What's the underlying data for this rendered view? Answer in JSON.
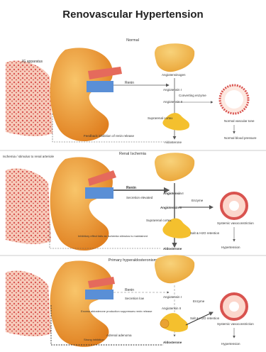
{
  "title": "Renovascular Hypertension",
  "panels": [
    {
      "heading": "Normal",
      "left_label": "JG apparatus",
      "renin": "Renin",
      "substrate": "Angiotensinogen",
      "ang1": "Angiotensin I",
      "enzyme": "Converting enzyme",
      "ang2": "Angiotensin II",
      "adrenal": "Suprarenal cortex",
      "aldosterone": "Aldosterone",
      "vessel_note": "Normal vascular tone",
      "pressure_note": "Normal blood pressure",
      "feedback": "Feedback inhibition of renin release"
    },
    {
      "heading": "Renal Ischemia",
      "left_label": "Ischemia / stimulus to renal arteriole",
      "renin": "Renin",
      "renin_note": "Secretion elevated",
      "ang1": "Angiotensin I",
      "enzyme": "Enzyme",
      "ang2": "Angiotensin II",
      "adrenal": "Suprarenal cortex",
      "aldosterone": "Aldosterone",
      "vessel_note": "Systemic vasoconstriction",
      "sodium_note": "Salt & H2O retention",
      "result": "Hypertension",
      "feedback": "Inhibitory effect fails as ischemia stimulus is maintained"
    },
    {
      "heading": "Primary hyperaldosteronism",
      "renin": "Renin",
      "renin_note": "Secretion low",
      "ang1": "Angiotensin I",
      "enzyme": "Enzyme",
      "ang2": "Angiotensin II",
      "adrenal": "Adrenal adenoma",
      "aldosterone": "Aldosterone",
      "vessel_note": "Systemic vasoconstriction",
      "sodium_note": "Salt & H2O retention",
      "result": "Hypertension",
      "feedback": "Excess aldosterone production suppresses renin release",
      "feedback2": "Strong inhibition"
    }
  ],
  "colors": {
    "kidney": "#f2a13a",
    "kidney_shade": "#e07f1f",
    "liver": "#f3b545",
    "adrenal": "#f4c02e",
    "tissue": "#f4b6a0",
    "tissue_dot": "#d9534f",
    "artery": "#e56a5c",
    "vein": "#5a8fd6",
    "line": "#555555"
  }
}
